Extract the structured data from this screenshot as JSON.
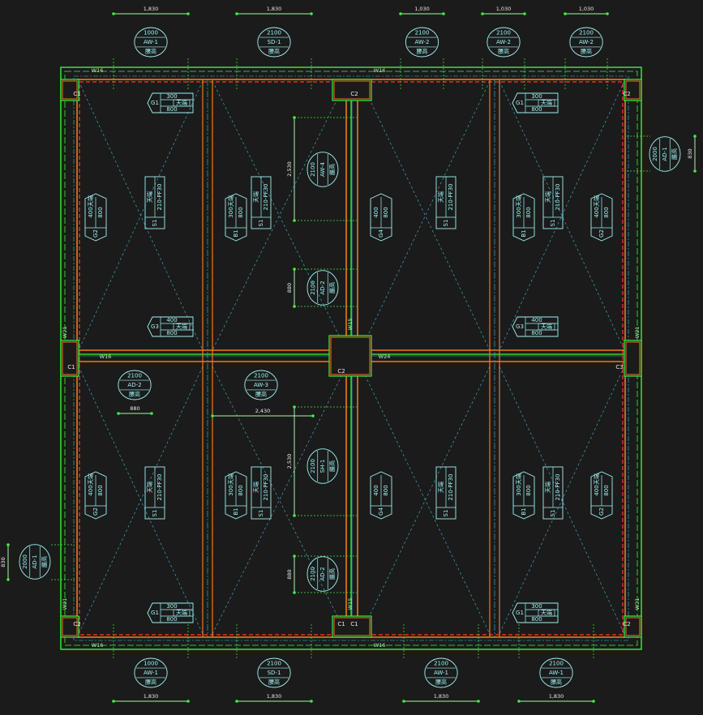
{
  "colors": {
    "background": "#1b1b1b",
    "wall_green": "#3df03d",
    "wall_orange": "#f07a18",
    "wall_red": "#e0331e",
    "cyan_line": "#3fbcd6",
    "text": "#9ff3f3",
    "dim": "#a8f6a8"
  },
  "top_openings": [
    {
      "width": "1,830",
      "height": "1000",
      "code": "AW-1",
      "note": "腰高"
    },
    {
      "width": "1,830",
      "height": "2100",
      "code": "SD-1",
      "note": "腰高"
    },
    {
      "width": "1,030",
      "height": "2100",
      "code": "AW-2",
      "note": "腰高"
    },
    {
      "width": "1,030",
      "height": "2100",
      "code": "AW-2",
      "note": "腰高"
    },
    {
      "width": "1,030",
      "height": "2100",
      "code": "AW-2",
      "note": "腰高"
    }
  ],
  "bottom_openings": [
    {
      "width": "1,830",
      "height": "1000",
      "code": "AW-1",
      "note": "腰高"
    },
    {
      "width": "1,830",
      "height": "2100",
      "code": "SD-1",
      "note": "腰高"
    },
    {
      "width": "1,830",
      "height": "2100",
      "code": "AW-1",
      "note": "腰高"
    },
    {
      "width": "1,830",
      "height": "2100",
      "code": "AW-1",
      "note": "腰高"
    }
  ],
  "mid_openings": [
    {
      "height": "2100",
      "code": "AD-2",
      "note": "腰高",
      "width": "880"
    },
    {
      "height": "2100",
      "code": "AW-3",
      "note": "腰高",
      "width": "2,430"
    }
  ],
  "side_openings": {
    "right": {
      "height": "2000",
      "code": "AD-1",
      "note": "腰高",
      "width": "830"
    },
    "left": {
      "height": "2000",
      "code": "AD-1",
      "note": "腰高",
      "width": "830"
    }
  },
  "vertical_openings": [
    {
      "height": "2100",
      "code": "AW-4",
      "note": "腰高",
      "dim": "2,530"
    },
    {
      "height": "2100",
      "code": "AD-2",
      "note": "腰高",
      "dim": "880"
    },
    {
      "height": "2100",
      "code": "SH-1",
      "note": "腰高",
      "dim": "2,530"
    },
    {
      "height": "2100",
      "code": "AD-2",
      "note": "腰高",
      "dim": "880"
    }
  ],
  "columns": [
    "C1",
    "C2",
    "C2",
    "C1",
    "C2",
    "C3",
    "C2",
    "C1",
    "C2",
    "C1"
  ],
  "walls": [
    "W16",
    "W16",
    "W16",
    "W16",
    "W21",
    "W21",
    "W21",
    "W21",
    "W16",
    "W24",
    "W15",
    "W15"
  ],
  "girders_h": [
    {
      "code": "G1",
      "size": "300",
      "depth": "800",
      "note": "天端"
    },
    {
      "code": "G1",
      "size": "300",
      "depth": "800",
      "note": "天端"
    },
    {
      "code": "G3",
      "size": "400",
      "depth": "800",
      "note": "天端"
    },
    {
      "code": "G3",
      "size": "400",
      "depth": "800",
      "note": "天端"
    },
    {
      "code": "G1",
      "size": "300",
      "depth": "800",
      "note": "天端"
    },
    {
      "code": "G1",
      "size": "300",
      "depth": "800",
      "note": "天端"
    }
  ],
  "girders_v": [
    {
      "code": "G2",
      "size": "400",
      "depth": "800",
      "note": "天端"
    },
    {
      "code": "B1",
      "size": "300",
      "depth": "800",
      "note": "天端"
    },
    {
      "code": "G4",
      "size": "400",
      "depth": "800",
      "note": ""
    },
    {
      "code": "B1",
      "size": "300",
      "depth": "800",
      "note": "天端"
    },
    {
      "code": "G2",
      "size": "400",
      "depth": "800",
      "note": "天端"
    },
    {
      "code": "G2",
      "size": "400",
      "depth": "800",
      "note": "天端"
    },
    {
      "code": "B1",
      "size": "300",
      "depth": "800",
      "note": "天端"
    },
    {
      "code": "G4",
      "size": "400",
      "depth": "800",
      "note": ""
    },
    {
      "code": "B1",
      "size": "300",
      "depth": "800",
      "note": "天端"
    },
    {
      "code": "G2",
      "size": "400",
      "depth": "800",
      "note": "天端"
    }
  ],
  "slab": {
    "code": "S1",
    "note": "天端",
    "spec": "210-PF30"
  }
}
